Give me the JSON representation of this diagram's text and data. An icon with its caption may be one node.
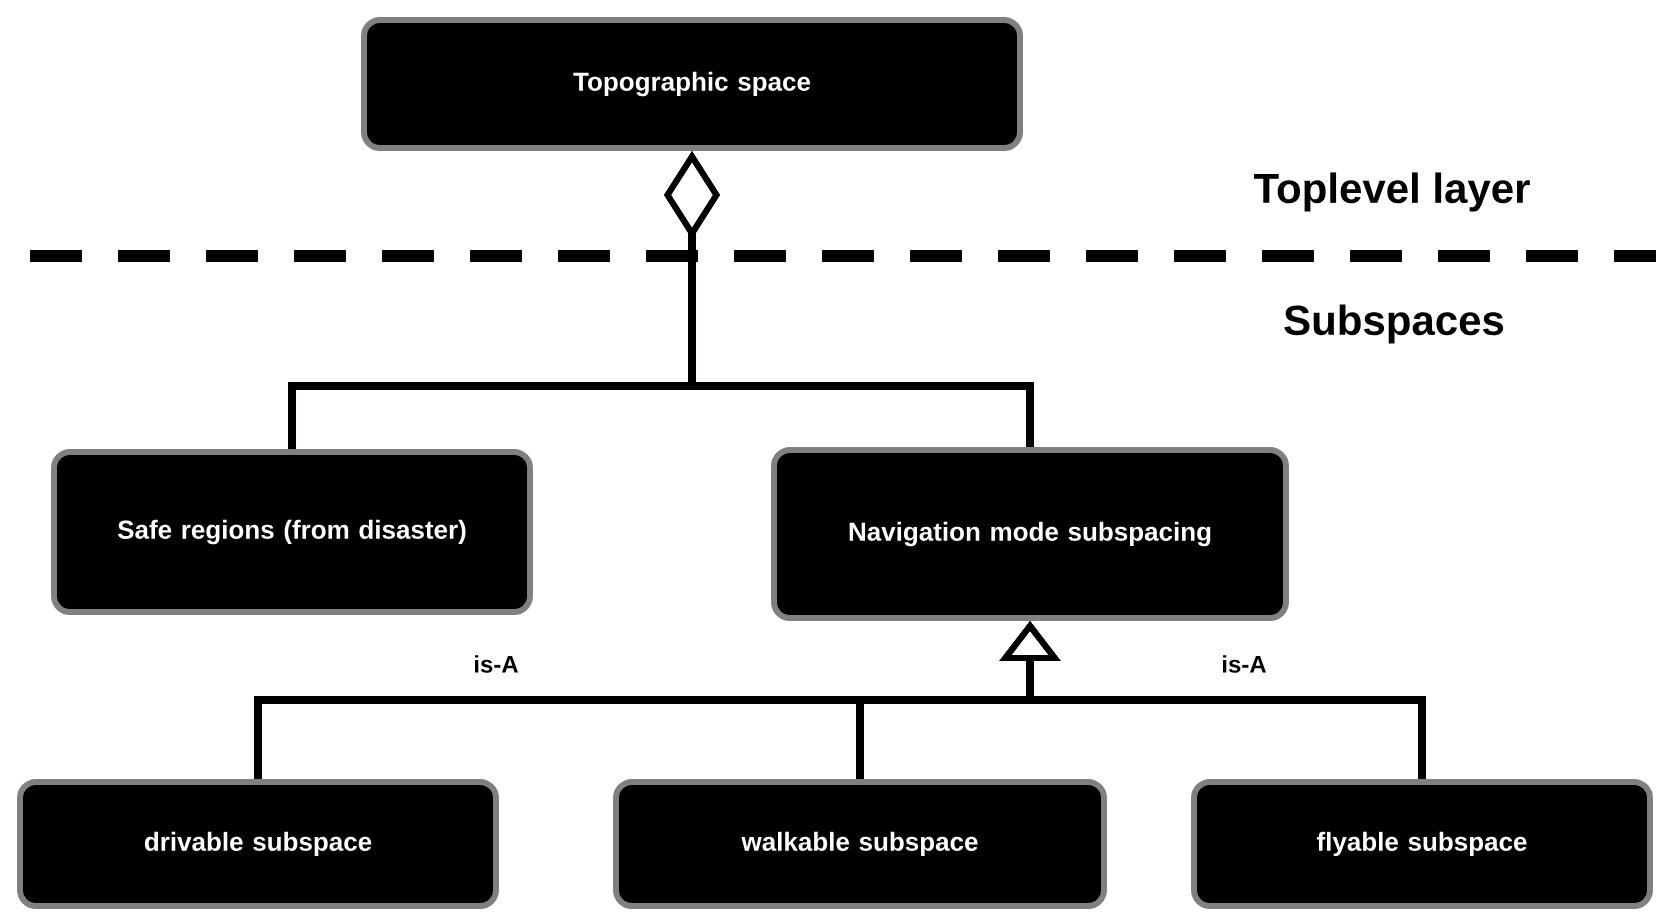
{
  "diagram": {
    "nodes": [
      {
        "text": [
          "Topographic space"
        ]
      },
      {
        "text": [
          "Safe regions (from disaster)"
        ]
      },
      {
        "text": [
          "Navigation mode subspacing"
        ]
      },
      {
        "text": [
          "drivable subspace"
        ]
      },
      {
        "text": [
          "walkable subspace"
        ]
      },
      {
        "text": [
          "flyable subspace"
        ]
      }
    ],
    "edges": [
      {
        "from": 1,
        "to": 0,
        "arrow": "other"
      },
      {
        "from": 2,
        "to": 0,
        "arrow": "other"
      },
      {
        "from": 3,
        "to": 2,
        "arrow": "to",
        "label": "is-A"
      },
      {
        "from": 4,
        "to": 2,
        "arrow": "to"
      },
      {
        "from": 5,
        "to": 2,
        "arrow": "to",
        "label": "is-A"
      }
    ],
    "labels": [
      "Toplevel layer",
      "Subspaces"
    ]
  }
}
